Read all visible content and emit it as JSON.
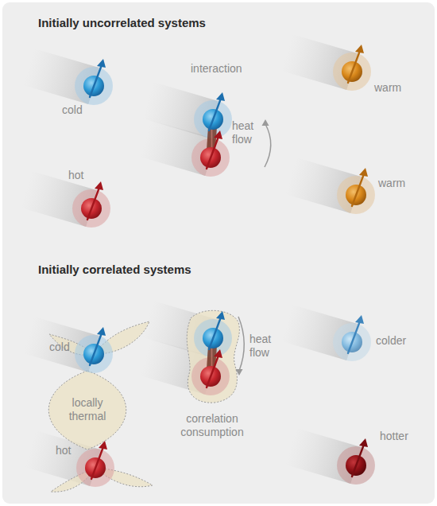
{
  "diagram": {
    "labels": [
      "Initially uncorrelated systems",
      "cold",
      "interaction",
      "warm",
      "hot",
      "heat flow",
      "warm",
      "Initially correlated systems",
      "cold",
      "locally thermal",
      "hot",
      "heat flow",
      "colder",
      "correlation consumption",
      "hotter"
    ]
  }
}
